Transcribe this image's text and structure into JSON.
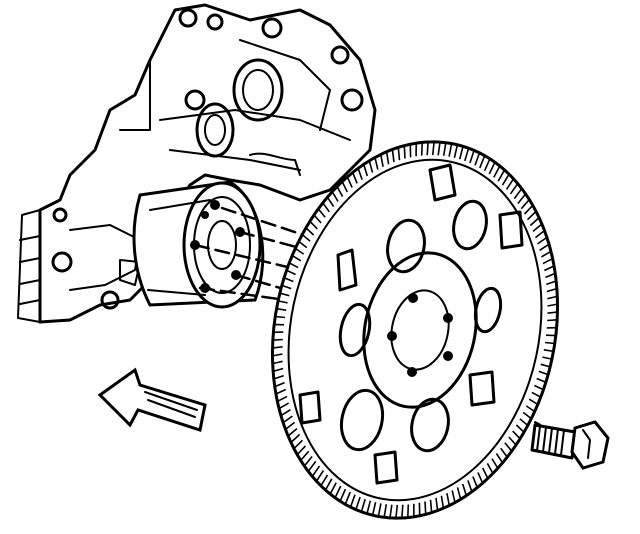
{
  "diagram": {
    "background": "#ffffff",
    "ink": "#000000",
    "components": [
      {
        "id": "engine-block",
        "icon": "engine-block-rear-icon"
      },
      {
        "id": "crankshaft-flange",
        "icon": "crankshaft-flange-icon"
      },
      {
        "id": "flexplate",
        "icon": "flexplate-ring-gear-icon"
      },
      {
        "id": "flexplate-bolt",
        "icon": "bolt-icon"
      },
      {
        "id": "direction-arrow",
        "icon": "arrow-front-icon"
      }
    ]
  }
}
